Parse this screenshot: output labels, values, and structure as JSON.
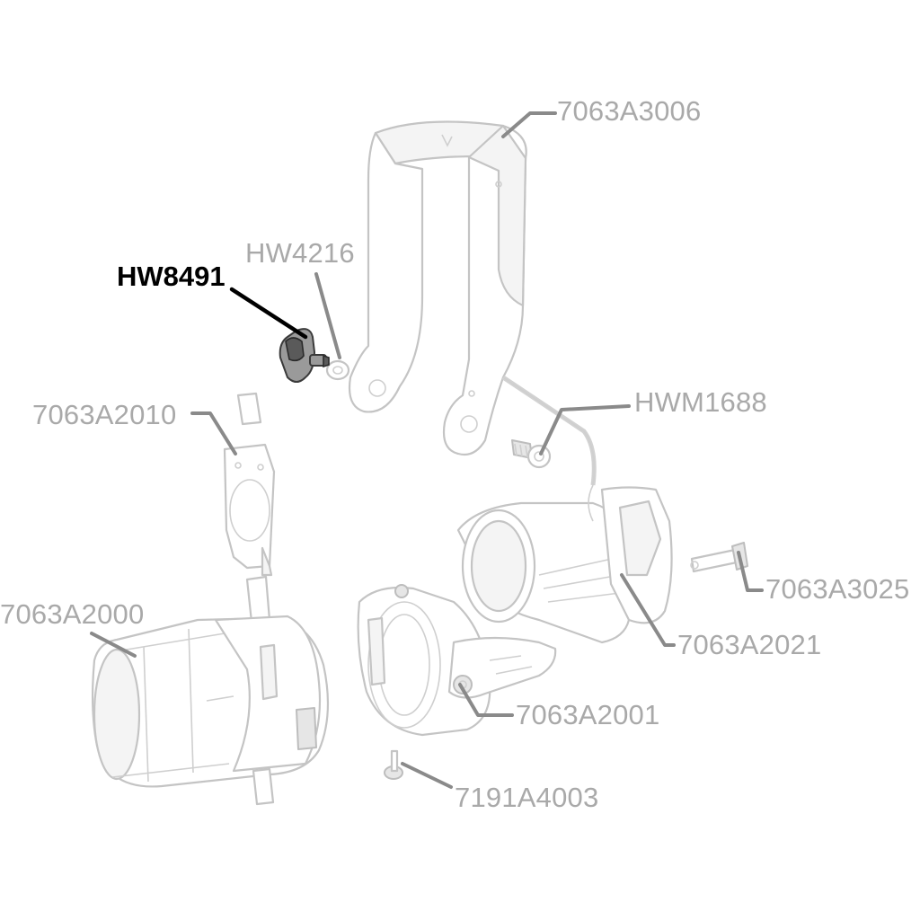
{
  "diagram": {
    "labels": {
      "yoke": "7063A3006",
      "hw4216": "HW4216",
      "hw8491": "HW8491",
      "hwm1688": "HWM1688",
      "a2010": "7063A2010",
      "a3025": "7063A3025",
      "a2000": "7063A2000",
      "a2021": "7063A2021",
      "a2001": "7063A2001",
      "a4003": "7191A4003"
    },
    "highlighted_part": "HW8491",
    "colors": {
      "label": "#a9a9a9",
      "highlight_label": "#000000",
      "part_outline": "#c4c4c4"
    }
  }
}
